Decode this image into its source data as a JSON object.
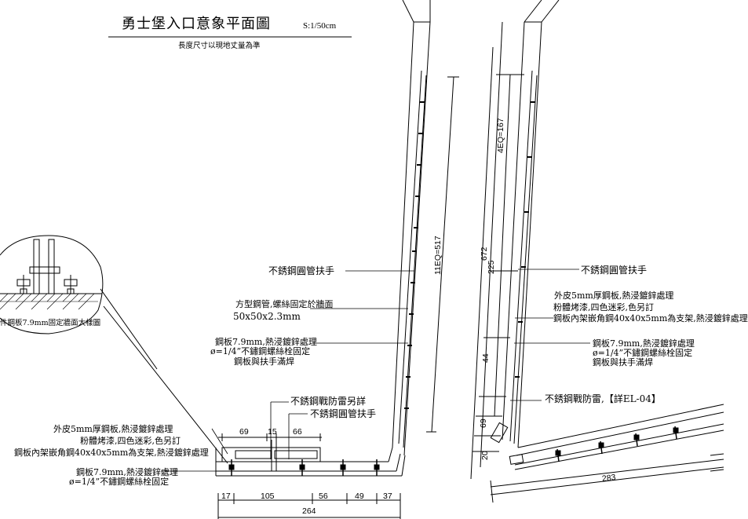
{
  "title": "勇士堡入口意象平面圖",
  "scale": "S:1/50cm",
  "subtitle": "長度尺寸以現地丈量為準",
  "detail_caption": "件鋼板7.9mm固定牆面大樣圖",
  "left_view": {
    "handrail": "不銹鋼圓管扶手",
    "square_pipe_1": "方型鋼管,螺絲固定於牆面",
    "square_pipe_2": "50x50x2.3mm",
    "plate_1": "鋼板7.9mm,熱浸鍍鋅處理",
    "plate_2": "ø=1/4”不鏽鋼螺絲栓固定",
    "plate_3": "鋼板與扶手滿焊",
    "guard": "不銹鋼戰防雷另詳",
    "handrail_2": "不銹鋼圓管扶手",
    "skin_1": "外皮5mm厚鋼板,熱浸鍍鋅處理",
    "skin_2": "粉體烤漆,四色迷彩,色另訂",
    "skin_3": "鋼板內架嵌角鋼40x40x5mm為支架,熱浸鍍鋅處理",
    "bottom_plate_1": "鋼板7.9mm,熱浸鍍鋅處理",
    "bottom_plate_2": "ø=1/4”不鏽鋼螺絲栓固定",
    "dims_top": [
      "69",
      "15",
      "66"
    ],
    "dims_bottom": [
      "17",
      "105",
      "56",
      "49",
      "37"
    ],
    "dim_total": "264",
    "dim_vertical": "11EQ=517"
  },
  "right_view": {
    "handrail": "不銹鋼圓管扶手",
    "skin_1": "外皮5mm厚鋼板,熱浸鍍鋅處理",
    "skin_2": "粉體烤漆,四色迷彩,色另訂",
    "skin_3": "鋼板內架嵌角鋼40x40x5mm為支架,熱浸鍍鋅處理",
    "plate_1": "鋼板7.9mm,熱浸鍍鋅處理",
    "plate_2": "ø=1/4”不鏽鋼螺絲栓固定",
    "plate_3": "鋼板與扶手滿焊",
    "guard": "不銹鋼戰防雷,【詳EL-04】",
    "dim_eq": "4EQ=167",
    "dim_672": "672",
    "dim_225": "225",
    "dim_44": "44",
    "dim_69": "69",
    "dim_20": "20",
    "dim_283": "283"
  }
}
